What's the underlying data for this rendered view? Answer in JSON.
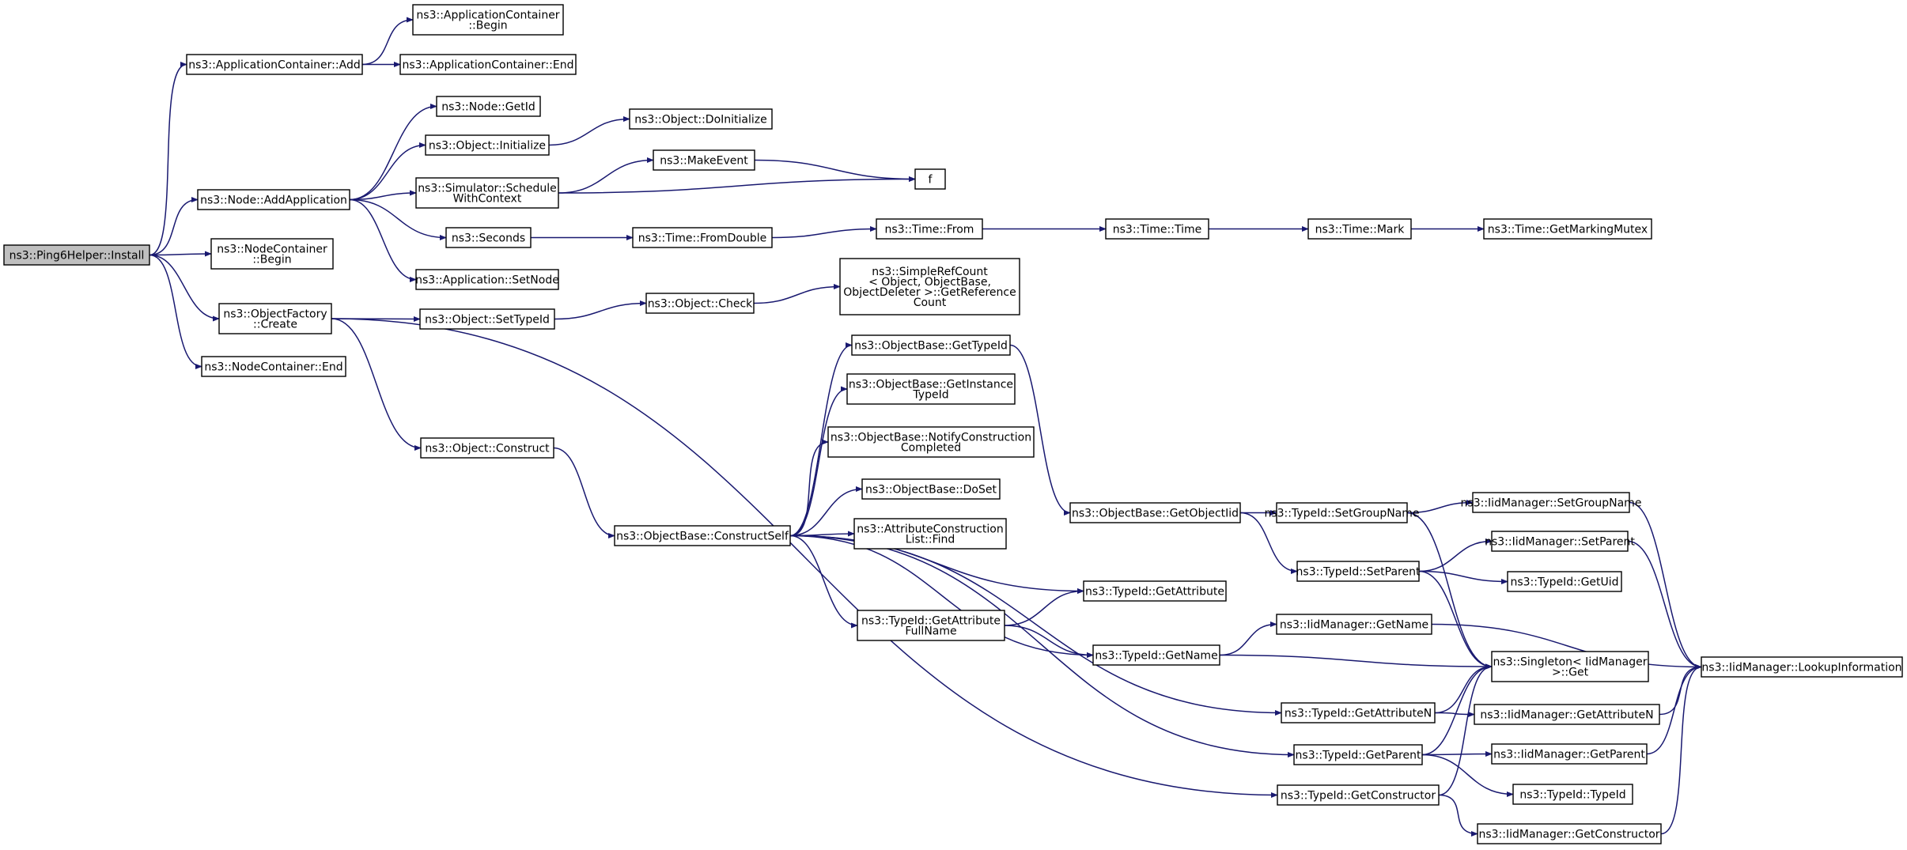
{
  "graph": {
    "nodes": [
      {
        "id": "install",
        "lines": [
          "ns3::Ping6Helper::Install"
        ],
        "root": true
      },
      {
        "id": "app_add",
        "lines": [
          "ns3::ApplicationContainer::Add"
        ]
      },
      {
        "id": "app_begin",
        "lines": [
          "ns3::ApplicationContainer",
          "::Begin"
        ]
      },
      {
        "id": "app_end",
        "lines": [
          "ns3::ApplicationContainer::End"
        ]
      },
      {
        "id": "node_addapp",
        "lines": [
          "ns3::Node::AddApplication"
        ]
      },
      {
        "id": "node_getid",
        "lines": [
          "ns3::Node::GetId"
        ]
      },
      {
        "id": "obj_init",
        "lines": [
          "ns3::Object::Initialize"
        ]
      },
      {
        "id": "obj_doinit",
        "lines": [
          "ns3::Object::DoInitialize"
        ]
      },
      {
        "id": "sim_sched",
        "lines": [
          "ns3::Simulator::Schedule",
          "WithContext"
        ]
      },
      {
        "id": "makeevent",
        "lines": [
          "ns3::MakeEvent"
        ]
      },
      {
        "id": "f",
        "lines": [
          "f"
        ]
      },
      {
        "id": "seconds",
        "lines": [
          "ns3::Seconds"
        ]
      },
      {
        "id": "time_fromdouble",
        "lines": [
          "ns3::Time::FromDouble"
        ]
      },
      {
        "id": "time_from",
        "lines": [
          "ns3::Time::From"
        ]
      },
      {
        "id": "time_time",
        "lines": [
          "ns3::Time::Time"
        ]
      },
      {
        "id": "time_mark",
        "lines": [
          "ns3::Time::Mark"
        ]
      },
      {
        "id": "time_mutex",
        "lines": [
          "ns3::Time::GetMarkingMutex"
        ]
      },
      {
        "id": "app_setnode",
        "lines": [
          "ns3::Application::SetNode"
        ]
      },
      {
        "id": "nc_begin",
        "lines": [
          "ns3::NodeContainer",
          "::Begin"
        ]
      },
      {
        "id": "of_create",
        "lines": [
          "ns3::ObjectFactory",
          "::Create"
        ]
      },
      {
        "id": "obj_settypeid",
        "lines": [
          "ns3::Object::SetTypeId"
        ]
      },
      {
        "id": "obj_check",
        "lines": [
          "ns3::Object::Check"
        ]
      },
      {
        "id": "simplerefcount",
        "lines": [
          "ns3::SimpleRefCount",
          "< Object, ObjectBase,",
          " ObjectDeleter >::GetReference",
          "Count"
        ]
      },
      {
        "id": "nc_end",
        "lines": [
          "ns3::NodeContainer::End"
        ]
      },
      {
        "id": "obj_construct",
        "lines": [
          "ns3::Object::Construct"
        ]
      },
      {
        "id": "ob_constructself",
        "lines": [
          "ns3::ObjectBase::ConstructSelf"
        ]
      },
      {
        "id": "ob_gettypeid",
        "lines": [
          "ns3::ObjectBase::GetTypeId"
        ]
      },
      {
        "id": "ob_getinstance",
        "lines": [
          "ns3::ObjectBase::GetInstance",
          "TypeId"
        ]
      },
      {
        "id": "ob_notify",
        "lines": [
          "ns3::ObjectBase::NotifyConstruction",
          "Completed"
        ]
      },
      {
        "id": "ob_doset",
        "lines": [
          "ns3::ObjectBase::DoSet"
        ]
      },
      {
        "id": "acl_find",
        "lines": [
          "ns3::AttributeConstruction",
          "List::Find"
        ]
      },
      {
        "id": "ob_getobjectiid",
        "lines": [
          "ns3::ObjectBase::GetObjectIid"
        ]
      },
      {
        "id": "tid_setgroupname",
        "lines": [
          "ns3::TypeId::SetGroupName"
        ]
      },
      {
        "id": "iid_setgroupname",
        "lines": [
          "ns3::IidManager::SetGroupName"
        ]
      },
      {
        "id": "tid_setparent",
        "lines": [
          "ns3::TypeId::SetParent"
        ]
      },
      {
        "id": "iid_setparent",
        "lines": [
          "ns3::IidManager::SetParent"
        ]
      },
      {
        "id": "tid_getuid",
        "lines": [
          "ns3::TypeId::GetUid"
        ]
      },
      {
        "id": "tid_getattribute",
        "lines": [
          "ns3::TypeId::GetAttribute"
        ]
      },
      {
        "id": "tid_getattrfullname",
        "lines": [
          "ns3::TypeId::GetAttribute",
          "FullName"
        ]
      },
      {
        "id": "tid_getname",
        "lines": [
          "ns3::TypeId::GetName"
        ]
      },
      {
        "id": "iid_getname",
        "lines": [
          "ns3::IidManager::GetName"
        ]
      },
      {
        "id": "singleton_get",
        "lines": [
          "ns3::Singleton< IidManager",
          " >::Get"
        ]
      },
      {
        "id": "iid_lookup",
        "lines": [
          "ns3::IidManager::LookupInformation"
        ]
      },
      {
        "id": "tid_getattributen",
        "lines": [
          "ns3::TypeId::GetAttributeN"
        ]
      },
      {
        "id": "iid_getattributen",
        "lines": [
          "ns3::IidManager::GetAttributeN"
        ]
      },
      {
        "id": "tid_getparent",
        "lines": [
          "ns3::TypeId::GetParent"
        ]
      },
      {
        "id": "iid_getparent",
        "lines": [
          "ns3::IidManager::GetParent"
        ]
      },
      {
        "id": "tid_typeid",
        "lines": [
          "ns3::TypeId::TypeId"
        ]
      },
      {
        "id": "tid_getconstructor",
        "lines": [
          "ns3::TypeId::GetConstructor"
        ]
      },
      {
        "id": "iid_getconstructor",
        "lines": [
          "ns3::IidManager::GetConstructor"
        ]
      }
    ],
    "edges": [
      [
        "install",
        "app_add"
      ],
      [
        "install",
        "node_addapp"
      ],
      [
        "install",
        "nc_begin"
      ],
      [
        "install",
        "of_create"
      ],
      [
        "install",
        "nc_end"
      ],
      [
        "app_add",
        "app_begin"
      ],
      [
        "app_add",
        "app_end"
      ],
      [
        "node_addapp",
        "node_getid"
      ],
      [
        "node_addapp",
        "obj_init"
      ],
      [
        "node_addapp",
        "sim_sched"
      ],
      [
        "node_addapp",
        "seconds"
      ],
      [
        "node_addapp",
        "app_setnode"
      ],
      [
        "obj_init",
        "obj_doinit"
      ],
      [
        "sim_sched",
        "makeevent"
      ],
      [
        "sim_sched",
        "f"
      ],
      [
        "makeevent",
        "f"
      ],
      [
        "seconds",
        "time_fromdouble"
      ],
      [
        "time_fromdouble",
        "time_from"
      ],
      [
        "time_from",
        "time_time"
      ],
      [
        "time_time",
        "time_mark"
      ],
      [
        "time_mark",
        "time_mutex"
      ],
      [
        "of_create",
        "obj_settypeid"
      ],
      [
        "of_create",
        "obj_construct"
      ],
      [
        "of_create",
        "tid_getconstructor"
      ],
      [
        "obj_settypeid",
        "obj_check"
      ],
      [
        "obj_check",
        "simplerefcount"
      ],
      [
        "obj_construct",
        "ob_constructself"
      ],
      [
        "ob_constructself",
        "ob_gettypeid"
      ],
      [
        "ob_constructself",
        "ob_getinstance"
      ],
      [
        "ob_constructself",
        "ob_notify"
      ],
      [
        "ob_constructself",
        "ob_doset"
      ],
      [
        "ob_constructself",
        "acl_find"
      ],
      [
        "ob_constructself",
        "tid_getattribute"
      ],
      [
        "ob_constructself",
        "tid_getattrfullname"
      ],
      [
        "ob_constructself",
        "tid_getname"
      ],
      [
        "ob_constructself",
        "tid_getattributen"
      ],
      [
        "ob_constructself",
        "tid_getparent"
      ],
      [
        "ob_gettypeid",
        "ob_getobjectiid"
      ],
      [
        "ob_getobjectiid",
        "tid_setgroupname"
      ],
      [
        "ob_getobjectiid",
        "tid_setparent"
      ],
      [
        "tid_setgroupname",
        "iid_setgroupname"
      ],
      [
        "tid_setgroupname",
        "singleton_get"
      ],
      [
        "iid_setgroupname",
        "iid_lookup"
      ],
      [
        "tid_setparent",
        "iid_setparent"
      ],
      [
        "tid_setparent",
        "tid_getuid"
      ],
      [
        "tid_setparent",
        "singleton_get"
      ],
      [
        "iid_setparent",
        "iid_lookup"
      ],
      [
        "tid_getattrfullname",
        "tid_getattribute"
      ],
      [
        "tid_getattrfullname",
        "tid_getname"
      ],
      [
        "tid_getname",
        "iid_getname"
      ],
      [
        "tid_getname",
        "singleton_get"
      ],
      [
        "iid_getname",
        "iid_lookup"
      ],
      [
        "tid_getattributen",
        "singleton_get"
      ],
      [
        "tid_getattributen",
        "iid_getattributen"
      ],
      [
        "iid_getattributen",
        "iid_lookup"
      ],
      [
        "tid_getparent",
        "singleton_get"
      ],
      [
        "tid_getparent",
        "iid_getparent"
      ],
      [
        "tid_getparent",
        "tid_typeid"
      ],
      [
        "iid_getparent",
        "iid_lookup"
      ],
      [
        "tid_getconstructor",
        "singleton_get"
      ],
      [
        "tid_getconstructor",
        "iid_getconstructor"
      ],
      [
        "iid_getconstructor",
        "iid_lookup"
      ]
    ]
  }
}
